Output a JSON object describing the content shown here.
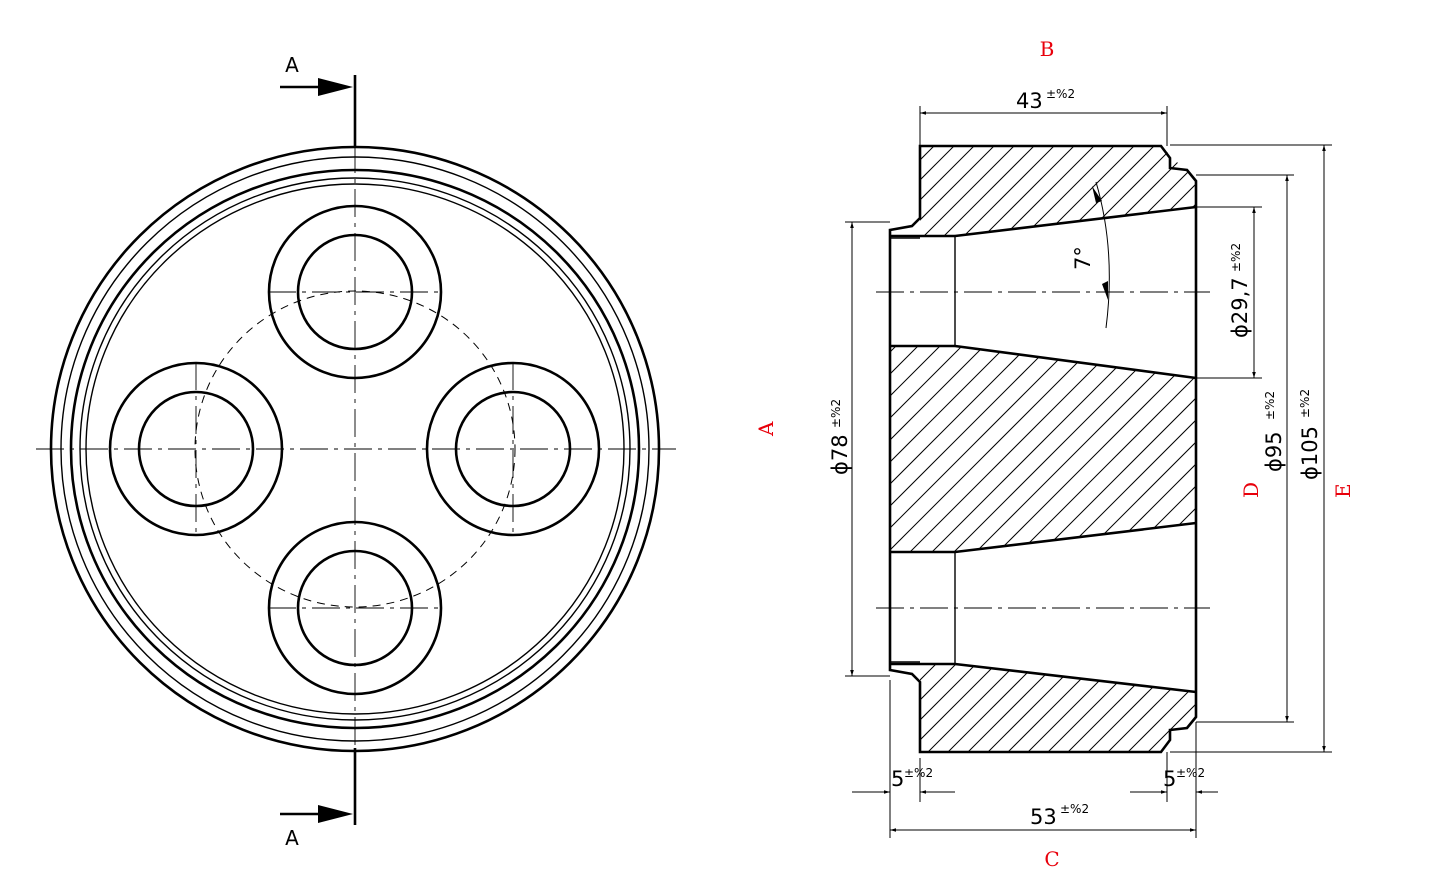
{
  "section_marks": {
    "top": "A",
    "bottom": "A"
  },
  "dimensions": {
    "width_top": {
      "value": "43",
      "tol": "±%2"
    },
    "width_bottom": {
      "value": "53",
      "tol": "±%2"
    },
    "chamfer_left": {
      "value": "5",
      "tol": "±%2"
    },
    "chamfer_right": {
      "value": "5",
      "tol": "±%2"
    },
    "angle": "7°",
    "d_bore": {
      "value": "ϕ29,7",
      "tol": "±%2"
    },
    "d_78": {
      "value": "ϕ78",
      "tol": "±%2"
    },
    "d_95": {
      "value": "ϕ95",
      "tol": "±%2"
    },
    "d_105": {
      "value": "ϕ105",
      "tol": "±%2"
    }
  },
  "labels": {
    "A": "A",
    "B": "B",
    "C": "C",
    "D": "D",
    "E": "E"
  }
}
